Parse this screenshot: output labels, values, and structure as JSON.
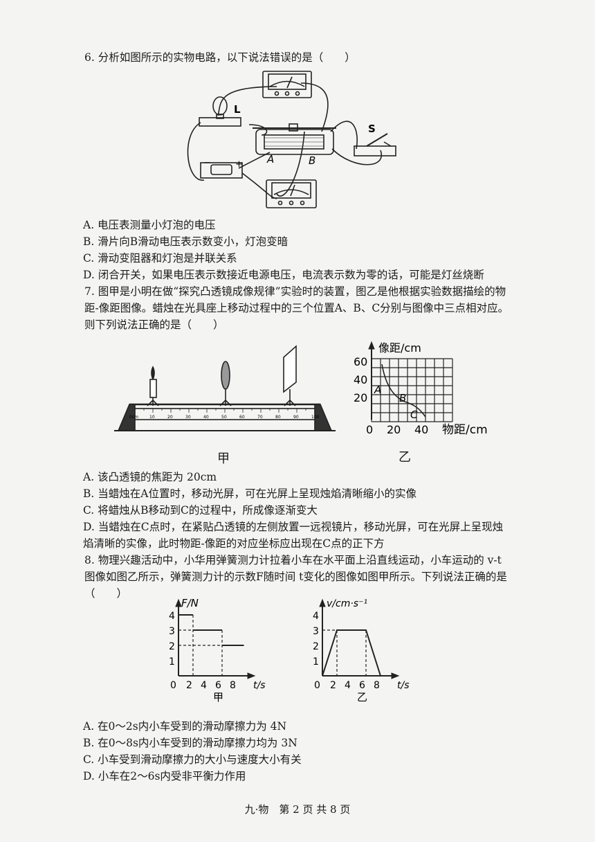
{
  "q6": {
    "stem": "6. 分析如图所示的实物电路，以下说法错误的是（　　）",
    "labels": {
      "lamp": "L",
      "switch": "S",
      "a": "A",
      "b": "B",
      "minus": "−",
      "plus": "+"
    },
    "options": [
      "A. 电压表测量小灯泡的电压",
      "B. 滑片向B滑动电压表示数变小，灯泡变暗",
      "C. 滑动变阻器和灯泡是并联关系",
      "D. 闭合开关，如果电压表示数接近电源电压，电流表示数为零的话，可能是灯丝烧断"
    ]
  },
  "q7": {
    "stem": [
      "7. 图甲是小明在做“探究凸透镜成像规律”实验时的装置，图乙是他根据实验数据描绘的物",
      "距-像距图像。蜡烛在光具座上移动过程中的三个位置A、B、C分别与图像中三点相对应。",
      "则下列说法正确的是（　　）"
    ],
    "bench_ticks": [
      "0cm",
      "10",
      "20",
      "30",
      "40",
      "50",
      "60",
      "70",
      "80",
      "90",
      "100"
    ],
    "caption_left": "甲",
    "caption_right": "乙",
    "graph": {
      "ylabel": "像距/cm",
      "xlabel": "物距/cm",
      "yticks": [
        "60",
        "40",
        "20"
      ],
      "xticks": [
        "0",
        "20",
        "40"
      ],
      "points": [
        "A",
        "B",
        "C"
      ]
    },
    "options": [
      "A. 该凸透镜的焦距为 20cm",
      "B. 当蜡烛在A位置时，移动光屏，可在光屏上呈现烛焰清晰缩小的实像",
      "C. 将蜡烛从B移动到C的过程中，所成像逐渐变大",
      "D. 当蜡烛在C点时，在紧贴凸透镜的左侧放置一远视镜片，移动光屏，可在光屏上呈现烛",
      "焰清晰的实像，此时物距-像距的对应坐标应出现在C点的正下方"
    ]
  },
  "q8": {
    "stem": [
      "8. 物理兴趣活动中，小华用弹簧测力计拉着小车在水平面上沿直线运动，小车运动的 v-t",
      "图像如图乙所示，弹簧测力计的示数F随时间 t变化的图像如图甲所示。下列说法正确的是",
      "（　　）"
    ],
    "graph_f": {
      "ylabel": "F/N",
      "xlabel": "t/s",
      "yticks": [
        "4",
        "3",
        "2",
        "1"
      ],
      "xticks": [
        "0",
        "2",
        "4",
        "6",
        "8"
      ],
      "caption": "甲"
    },
    "graph_v": {
      "ylabel": "v/cm·s⁻¹",
      "xlabel": "t/s",
      "yticks": [
        "4",
        "3",
        "2",
        "1"
      ],
      "xticks": [
        "0",
        "2",
        "4",
        "6",
        "8"
      ],
      "caption": "乙"
    },
    "options": [
      "A. 在0～2s内小车受到的滑动摩擦力为 4N",
      "B. 在0～8s内小车受到的滑动摩擦力均为 3N",
      "C. 小车受到滑动摩擦力的大小与速度大小有关",
      "D. 小车在2～6s内受非平衡力作用"
    ]
  },
  "footer": "九·物　第 2 页 共 8 页"
}
